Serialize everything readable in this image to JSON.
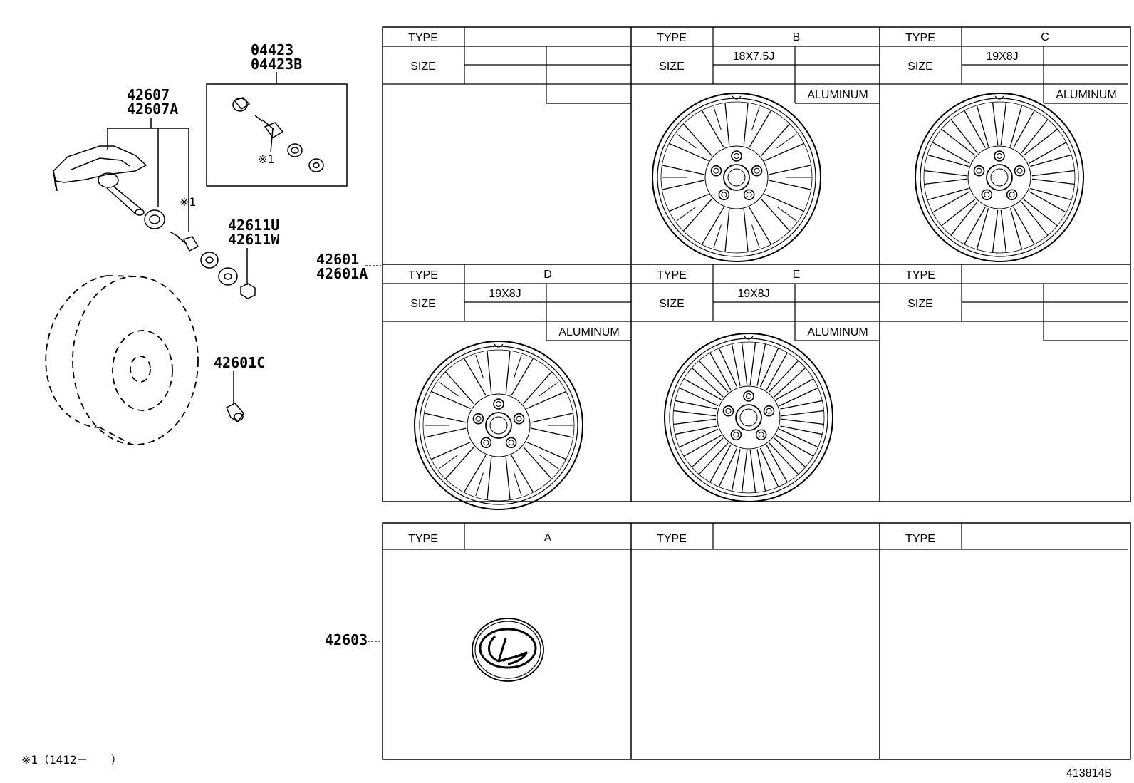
{
  "parts": {
    "valve_cap_set": [
      "04423",
      "04423B"
    ],
    "tpms_sensor": [
      "42607",
      "42607A"
    ],
    "valve_nut": [
      "42611U",
      "42611W"
    ],
    "valve_stem": "42601C",
    "wheel": [
      "42601",
      "42601A"
    ],
    "ornament": "42603"
  },
  "note_mark": "※1",
  "footnote": "※1（1412－　　）",
  "ref_code": "413814B",
  "wheel_table": {
    "cells": [
      {
        "type_label": "TYPE",
        "size_label": "SIZE",
        "type": "",
        "size": "",
        "material": ""
      },
      {
        "type_label": "TYPE",
        "size_label": "SIZE",
        "type": "B",
        "size": "18X7.5J",
        "material": "ALUMINUM"
      },
      {
        "type_label": "TYPE",
        "size_label": "SIZE",
        "type": "C",
        "size": "19X8J",
        "material": "ALUMINUM"
      },
      {
        "type_label": "TYPE",
        "size_label": "SIZE",
        "type": "D",
        "size": "19X8J",
        "material": "ALUMINUM"
      },
      {
        "type_label": "TYPE",
        "size_label": "SIZE",
        "type": "E",
        "size": "19X8J",
        "material": "ALUMINUM"
      },
      {
        "type_label": "TYPE",
        "size_label": "SIZE",
        "type": "",
        "size": "",
        "material": ""
      }
    ]
  },
  "ornament_table": {
    "cells": [
      {
        "type_label": "TYPE",
        "type": "A"
      },
      {
        "type_label": "TYPE",
        "type": ""
      },
      {
        "type_label": "TYPE",
        "type": ""
      }
    ]
  }
}
